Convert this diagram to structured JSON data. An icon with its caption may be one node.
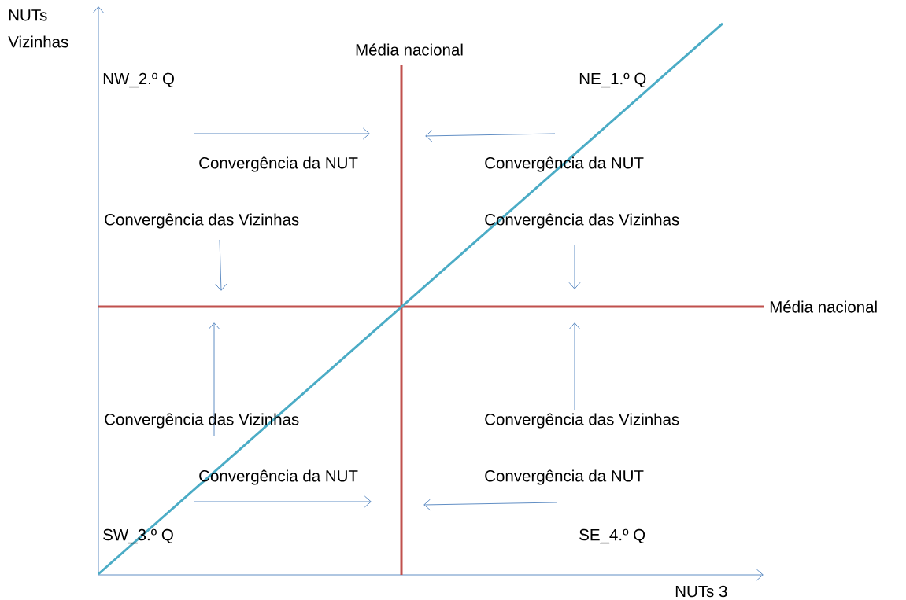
{
  "diagram": {
    "labels": [
      "NUTs Vizinhas",
      "Média nacional",
      "NW_2.º Q",
      "NE_1.º Q",
      "Convergência da NUT",
      "Convergência da NUT",
      "Convergência das Vizinhas",
      "Convergência das Vizinhas",
      "Média nacional",
      "Convergência das Vizinhas",
      "Convergência das Vizinhas",
      "Convergência da NUT",
      "Convergência da NUT",
      "SW_3.º Q",
      "SE_4.º Q",
      "NUTs 3"
    ]
  }
}
